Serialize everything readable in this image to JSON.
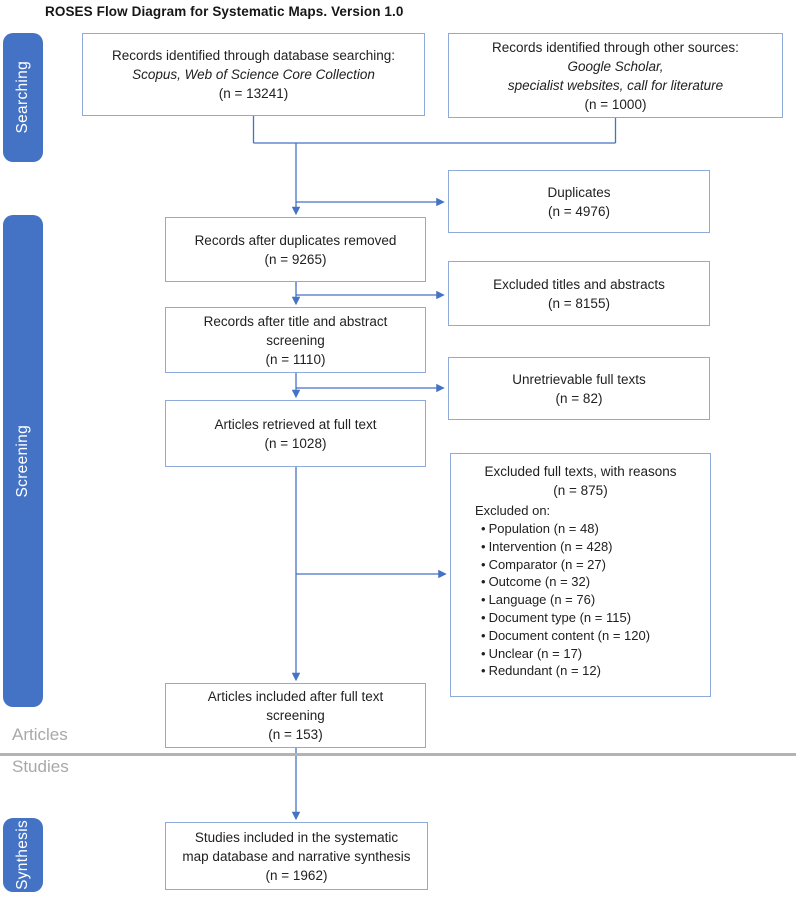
{
  "title": "ROSES Flow Diagram for Systematic Maps. Version 1.0",
  "colors": {
    "accent_blue": "#4472C4",
    "box_border": "#8EAADB",
    "label_gray": "#A8A8A8"
  },
  "sidebar": {
    "stages": [
      {
        "label": "Searching"
      },
      {
        "label": "Screening"
      },
      {
        "label": "Synthesis"
      }
    ],
    "group_labels": [
      {
        "label": "Articles"
      },
      {
        "label": "Studies"
      }
    ]
  },
  "boxes": {
    "database_search": {
      "line1": "Records identified through database searching:",
      "line2": "Scopus, Web of Science Core Collection",
      "line3": "(n = 13241)"
    },
    "other_sources": {
      "line1": "Records identified through other sources:",
      "line2": "Google Scholar,",
      "line3": "specialist websites, call for literature",
      "line4": "(n = 1000)"
    },
    "after_duplicates": {
      "line1": "Records after duplicates removed",
      "line2": "(n = 9265)"
    },
    "duplicates": {
      "line1": "Duplicates",
      "line2": "(n = 4976)"
    },
    "title_abstract": {
      "line1": "Records after title and abstract",
      "line2": "screening",
      "line3": "(n = 1110)"
    },
    "excluded_titles": {
      "line1": "Excluded titles and abstracts",
      "line2": "(n = 8155)"
    },
    "retrieved_full_text": {
      "line1": "Articles retrieved at full text",
      "line2": "(n = 1028)"
    },
    "unretrievable": {
      "line1": "Unretrievable full texts",
      "line2": "(n = 82)"
    },
    "excluded_full_texts": {
      "title": "Excluded full texts, with reasons",
      "count": "(n = 875)",
      "subtitle": "Excluded on:",
      "reasons": [
        "Population (n = 48)",
        "Intervention (n = 428)",
        "Comparator (n = 27)",
        "Outcome (n = 32)",
        "Language (n = 76)",
        "Document type (n = 115)",
        "Document content (n = 120)",
        "Unclear (n = 17)",
        "Redundant (n = 12)"
      ]
    },
    "included_full_text": {
      "line1": "Articles included after full text",
      "line2": "screening",
      "line3": "(n = 153)"
    },
    "studies_included": {
      "line1": "Studies included in the systematic",
      "line2": "map database and narrative synthesis",
      "line3": "(n = 1962)"
    }
  }
}
